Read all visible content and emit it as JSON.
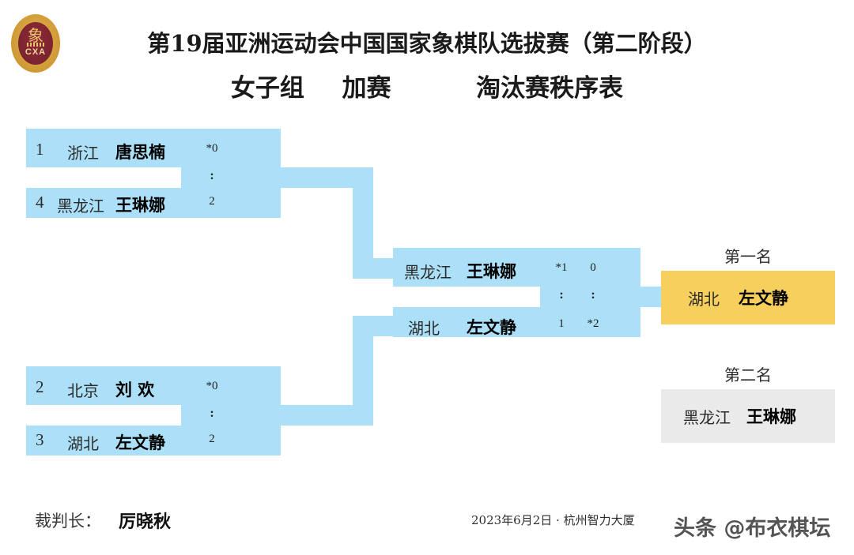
{
  "logo": {
    "glyph": "象",
    "abbrev": "CXA"
  },
  "header": {
    "title_line1": "第19届亚洲运动会中国国家象棋队选拔赛（第二阶段）",
    "title_line2_part1": "女子组",
    "title_line2_part2": "加赛",
    "title_line2_part3": "淘汰赛秩序表"
  },
  "bracket": {
    "semifinals": [
      {
        "name": "semifinal-1",
        "colon": ":",
        "players": [
          {
            "seed": "1",
            "province": "浙江",
            "player": "唐思楠",
            "score": "*0"
          },
          {
            "seed": "4",
            "province": "黑龙江",
            "player": "王琳娜",
            "score": "2"
          }
        ]
      },
      {
        "name": "semifinal-2",
        "colon": ":",
        "players": [
          {
            "seed": "2",
            "province": "北京",
            "player": "刘  欢",
            "score": "*0"
          },
          {
            "seed": "3",
            "province": "湖北",
            "player": "左文静",
            "score": "2"
          }
        ]
      }
    ],
    "final": {
      "name": "final",
      "colon1": ":",
      "colon2": ":",
      "players": [
        {
          "province": "黑龙江",
          "player": "王琳娜",
          "score_game1": "*1",
          "score_game2": "0"
        },
        {
          "province": "湖北",
          "player": "左文静",
          "score_game1": "1",
          "score_game2": "*2"
        }
      ]
    }
  },
  "placings": [
    {
      "label": "第一名",
      "province": "湖北",
      "player": "左文静"
    },
    {
      "label": "第二名",
      "province": "黑龙江",
      "player": "王琳娜"
    }
  ],
  "footer": {
    "referee_label": "裁判长：",
    "referee_name": "厉晓秋",
    "venue_line": "2023年6月2日 · 杭州智力大厦",
    "watermark": "头条 @布衣棋坛"
  },
  "colors": {
    "bracket_blue": "#ace0f9",
    "first_place_gold": "#f6cf5d",
    "second_place_gray": "#eaeaea",
    "logo_ring": "#d9a441",
    "logo_inner": "#7e2230"
  }
}
